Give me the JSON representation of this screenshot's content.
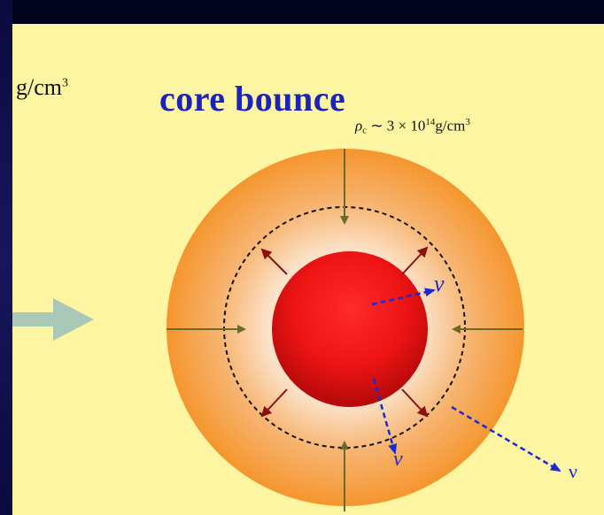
{
  "title": "core bounce",
  "left_unit": {
    "base": "g/cm",
    "exp": "3"
  },
  "density_label": {
    "rho": "ρ",
    "sub": "c",
    "approx": "∼ 3 × 10",
    "exp": "14",
    "unit": "g/cm",
    "unit_exp": "3"
  },
  "neutrinos": [
    {
      "label": "ν"
    },
    {
      "label": "ν"
    },
    {
      "label": "ν"
    }
  ],
  "colors": {
    "background": "#fdf5a1",
    "frame": "#0b0c4a",
    "outer_shell": "#f59a3a",
    "core": "#e4101a",
    "infall_arrow": "#6b6a2a",
    "outflow_arrow": "#8b1010",
    "neutrino_arrow": "#1a2ad8",
    "big_arrow": "#a9c8b8",
    "title": "#1a24b8"
  }
}
